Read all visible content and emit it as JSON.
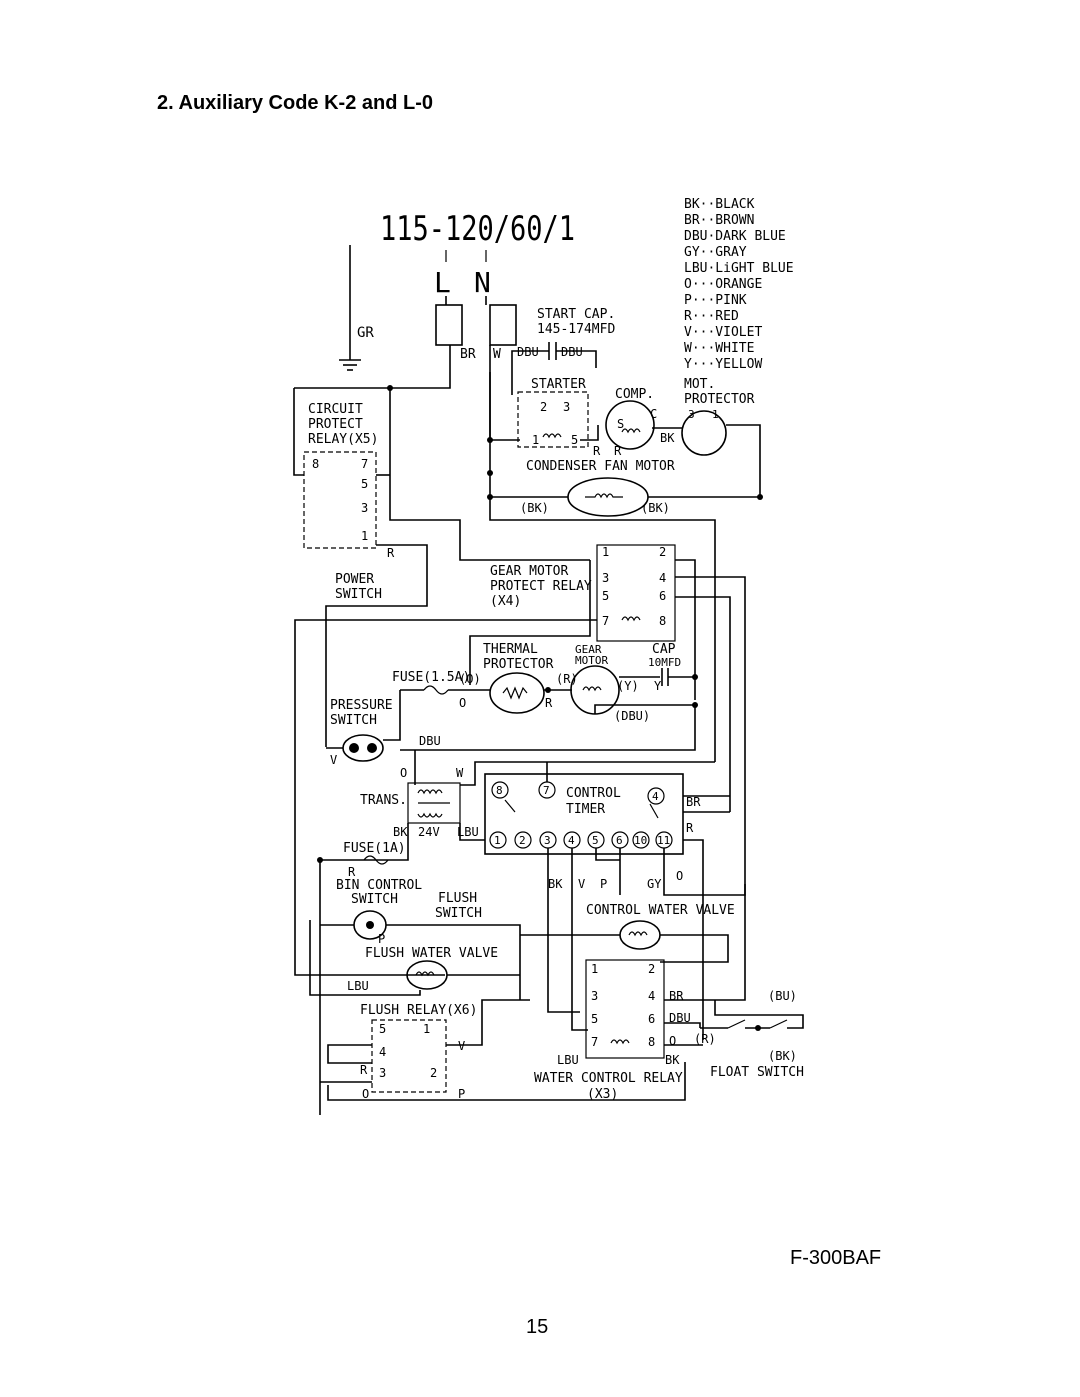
{
  "page": {
    "section_title": "2. Auxiliary Code K-2 and L-0",
    "model": "F-300BAF",
    "page_number": "15"
  },
  "supply": {
    "voltage": "115-120/60/1",
    "l": "L",
    "n": "N",
    "gr": "GR"
  },
  "legend": [
    "BK··BLACK",
    "BR··BROWN",
    "DBU·DARK BLUE",
    "GY··GRAY",
    "LBU·LiGHT BLUE",
    "O···ORANGE",
    "P···PINK",
    "R···RED",
    "V···VIOLET",
    "W···WHITE",
    "Y···YELLOW"
  ],
  "labels": {
    "start_cap_1": "START CAP.",
    "start_cap_2": "145-174MFD",
    "starter": "STARTER",
    "comp": "COMP.",
    "mot": "MOT.",
    "protector": "PROTECTOR",
    "circuit": "CIRCUIT",
    "protect": "PROTECT",
    "relay_x5": "RELAY(X5)",
    "condenser_fan_motor": "CONDENSER FAN MOTOR",
    "power": "POWER",
    "switch": "SWITCH",
    "gear_motor": "GEAR MOTOR",
    "protect_relay": "PROTECT RELAY",
    "x4": "(X4)",
    "thermal": "THERMAL",
    "protector2": "PROTECTOR",
    "gear": "GEAR",
    "motor": "MOTOR",
    "cap": "CAP",
    "cap_value": "10MFD",
    "fuse_15a": "FUSE(1.5A)",
    "pressure": "PRESSURE",
    "switch2": "SWITCH",
    "trans": "TRANS.",
    "v24": "24V",
    "control": "CONTROL",
    "timer": "TIMER",
    "fuse_1a": "FUSE(1A)",
    "bin_control": "BIN CONTROL",
    "switch3": "SWITCH",
    "flush": "FLUSH",
    "switch4": "SWITCH",
    "flush_water_valve": "FLUSH WATER VALVE",
    "control_water_valve": "CONTROL WATER VALVE",
    "flush_relay": "FLUSH RELAY(X6)",
    "water_control_relay": "WATER CONTROL RELAY",
    "x3": "(X3)",
    "float_switch": "FLOAT SWITCH"
  },
  "wire_colors": {
    "br": "BR",
    "w": "W",
    "dbu": "DBU",
    "r": "R",
    "bk": "BK",
    "bk_paren": "(BK)",
    "o": "O",
    "o_paren": "(O)",
    "r_paren": "(R)",
    "y_paren": "(Y)",
    "y": "Y",
    "dbu_paren": "(DBU)",
    "v": "V",
    "lbu": "LBU",
    "p": "P",
    "gy": "GY",
    "bu_paren": "(BU)"
  },
  "terminals": {
    "n1": "1",
    "n2": "2",
    "n3": "3",
    "n4": "4",
    "n5": "5",
    "n6": "6",
    "n7": "7",
    "n8": "8",
    "n10": "10",
    "n11": "11",
    "s": "S",
    "c": "C"
  }
}
